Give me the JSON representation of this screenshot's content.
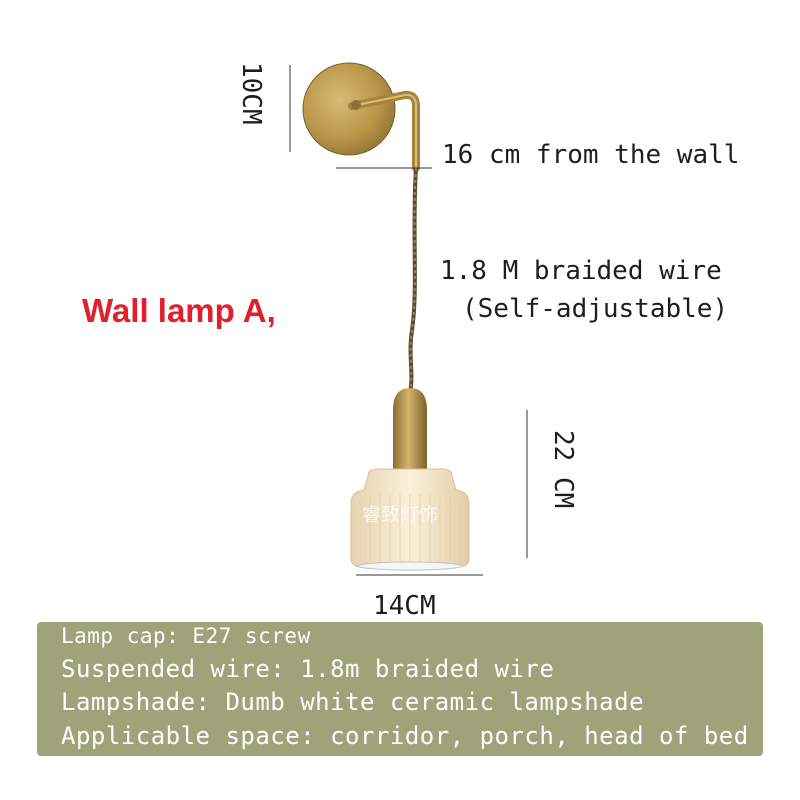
{
  "product": {
    "title": "Wall lamp A,",
    "watermark": "睿致灯饰"
  },
  "dimensions": {
    "backplate_height": "10CM",
    "wall_distance": "16 cm from the wall",
    "wire_length": "1.8 M braided wire",
    "wire_note": "(Self-adjustable)",
    "lamp_height": "22 CM",
    "lamp_width": "14CM"
  },
  "specs": {
    "lines": [
      "Lamp cap: E27 screw",
      "Suspended wire: 1.8m braided wire",
      "Lampshade: Dumb white ceramic lampshade",
      "Applicable space: corridor, porch, head of bed"
    ]
  },
  "colors": {
    "title": "#e0202a",
    "brass": "#b8974a",
    "spec_box": "#9ea37a"
  }
}
